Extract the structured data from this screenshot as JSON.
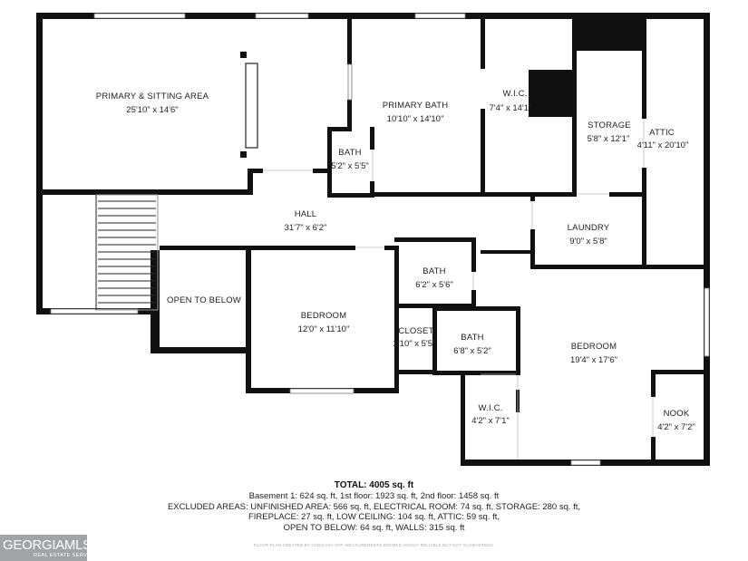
{
  "rooms": {
    "primary_sitting": {
      "name": "PRIMARY & SITTING AREA",
      "dims": "25'10\" x 14'6\""
    },
    "primary_bath": {
      "name": "PRIMARY BATH",
      "dims": "10'10\" x 14'10\""
    },
    "wic_top": {
      "name": "W.I.C.",
      "dims": "7'4\" x 14'1\""
    },
    "storage": {
      "name": "STORAGE",
      "dims": "5'8\" x 12'1\""
    },
    "attic": {
      "name": "ATTIC",
      "dims": "4'11\" x 20'10\""
    },
    "bath_small": {
      "name": "BATH",
      "dims": "5'2\" x 5'5\""
    },
    "hall": {
      "name": "HALL",
      "dims": "31'7\" x 6'2\""
    },
    "laundry": {
      "name": "LAUNDRY",
      "dims": "9'0\" x 5'8\""
    },
    "open_below": {
      "name": "OPEN TO BELOW"
    },
    "bedroom_left": {
      "name": "BEDROOM",
      "dims": "12'0\" x 11'10\""
    },
    "bath_mid": {
      "name": "BATH",
      "dims": "6'2\" x 5'6\""
    },
    "closet": {
      "name": "CLOSET",
      "dims": "2'10\" x 5'5\""
    },
    "bath_lower": {
      "name": "BATH",
      "dims": "6'8\" x 5'2\""
    },
    "bedroom_right": {
      "name": "BEDROOM",
      "dims": "19'4\" x 17'6\""
    },
    "wic_bottom": {
      "name": "W.I.C.",
      "dims": "4'2\" x 7'1\""
    },
    "nook": {
      "name": "NOOK",
      "dims": "4'2\" x 7'2\""
    }
  },
  "summary": {
    "total": "TOTAL: 4005 sq. ft",
    "line1": "Basement 1: 624 sq. ft, 1st floor: 1923 sq. ft, 2nd floor: 1458 sq. ft",
    "line2": "EXCLUDED AREAS: UNFINISHED AREA: 566 sq. ft, ELECTRICAL ROOM: 74 sq. ft, STORAGE: 280 sq. ft,",
    "line3": "FIREPLACE: 27 sq. ft, LOW CEILING: 104 sq. ft, ATTIC: 59 sq. ft,",
    "line4": "OPEN TO BELOW: 64 sq. ft, WALLS: 315 sq. ft",
    "disclaimer": "FLOOR PLAN CREATED BY CUBICASA APP. MEASUREMENTS DEEMED HIGHLY RELIABLE BUT NOT GUARANTEED."
  },
  "logo": {
    "main": "GEORGIAMLS",
    "sub": "REAL ESTATE SERVICES"
  },
  "colors": {
    "wall": "#111111",
    "window": "#9aa0a4",
    "logo_bg": "#9ea4a8"
  }
}
